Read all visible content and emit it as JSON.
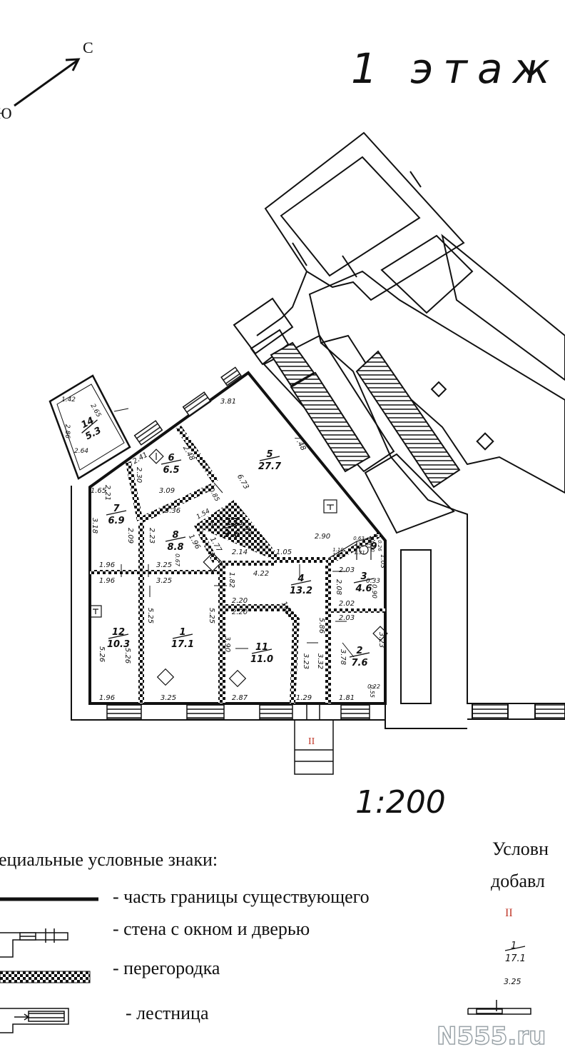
{
  "header": {
    "floor_title": "1 этаж",
    "north_letter": "С",
    "west_letter": "Ю",
    "scale": "1:200"
  },
  "rooms": [
    {
      "id": "room-14",
      "number": "14",
      "area": "5.3"
    },
    {
      "id": "room-6",
      "number": "6",
      "area": "6.5"
    },
    {
      "id": "room-5",
      "number": "5",
      "area": "27.7"
    },
    {
      "id": "room-7",
      "number": "7",
      "area": "6.9"
    },
    {
      "id": "room-8",
      "number": "8",
      "area": "8.8"
    },
    {
      "id": "room-13",
      "number": "13",
      "area": "3.6"
    },
    {
      "id": "room-4",
      "number": "4",
      "area": "13.2"
    },
    {
      "id": "room-3",
      "number": "3",
      "area": "4.6"
    },
    {
      "id": "room-9",
      "number": "9",
      "area": ""
    },
    {
      "id": "room-12",
      "number": "12",
      "area": "10.3"
    },
    {
      "id": "room-1",
      "number": "1",
      "area": "17.1"
    },
    {
      "id": "room-11",
      "number": "11",
      "area": "11.0"
    },
    {
      "id": "room-2",
      "number": "2",
      "area": "7.6"
    }
  ],
  "dims": [
    "1.42",
    "2.65",
    "2.86",
    "2.64",
    "3.81",
    "2.41",
    "2.48",
    "7.48",
    "1.65",
    "2.21",
    "2.30",
    "3.09",
    "0.85",
    "6.73",
    "3.18",
    "3.36",
    "1.54",
    "1.11",
    "2.09",
    "2.23",
    "1.96",
    "2.99",
    "1.77",
    "2.90",
    "1.96",
    "3.25",
    "0.67",
    "2.14",
    "1.05",
    "4.22",
    "2.03",
    "1.03",
    "1.96",
    "3.25",
    "1.82",
    "0.33",
    "2.08",
    "0.90",
    "2.02",
    "2.20",
    "2.20",
    "1.03",
    "2.03",
    "5.25",
    "5.25",
    "5.86",
    "3.90",
    "3.23",
    "3.32",
    "3.78",
    "3.23",
    "5.26",
    "5.26",
    "1.96",
    "3.25",
    "2.87",
    "1.29",
    "1.81",
    "0.22",
    "0.55",
    "0.63",
    "0.43",
    "1.10",
    "1.55",
    "0.60",
    "1.31",
    "0.26"
  ],
  "entrance_marker": "II",
  "legend": {
    "title": "ециальные условные знаки:",
    "items": [
      {
        "label": "- часть границы существующего"
      },
      {
        "label": "- стена с окном и дверью"
      },
      {
        "label": "- перегородка"
      },
      {
        "label": "- лестница"
      }
    ]
  },
  "legend_right": {
    "title_line1": "Условн",
    "title_line2": "добавл",
    "marker": "II",
    "sample_number": "1",
    "sample_area": "17.1",
    "sample_dim": "3.25"
  },
  "watermark": "N555.ru"
}
